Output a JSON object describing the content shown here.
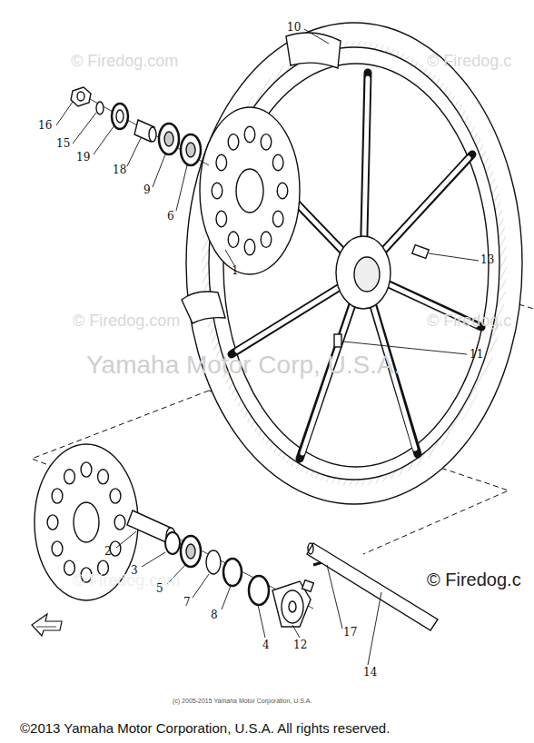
{
  "diagram": {
    "labels": [
      "© Firedog.com",
      "© Firedog.c",
      "© Firedog.com",
      "© Firedog.c",
      "Yamaha Motor Corp, U.S.A.",
      "© Firedog.com",
      "© Firedog.c",
      "10",
      "16",
      "15",
      "19",
      "18",
      "9",
      "6",
      "1",
      "13",
      "11",
      "2",
      "3",
      "5",
      "7",
      "8",
      "4",
      "12",
      "17",
      "14",
      "(c) 2005-2015 Yamaha Motor Corporation, U.S.A.",
      "©2013 Yamaha Motor Corporation, U.S.A. All rights reserved."
    ]
  }
}
